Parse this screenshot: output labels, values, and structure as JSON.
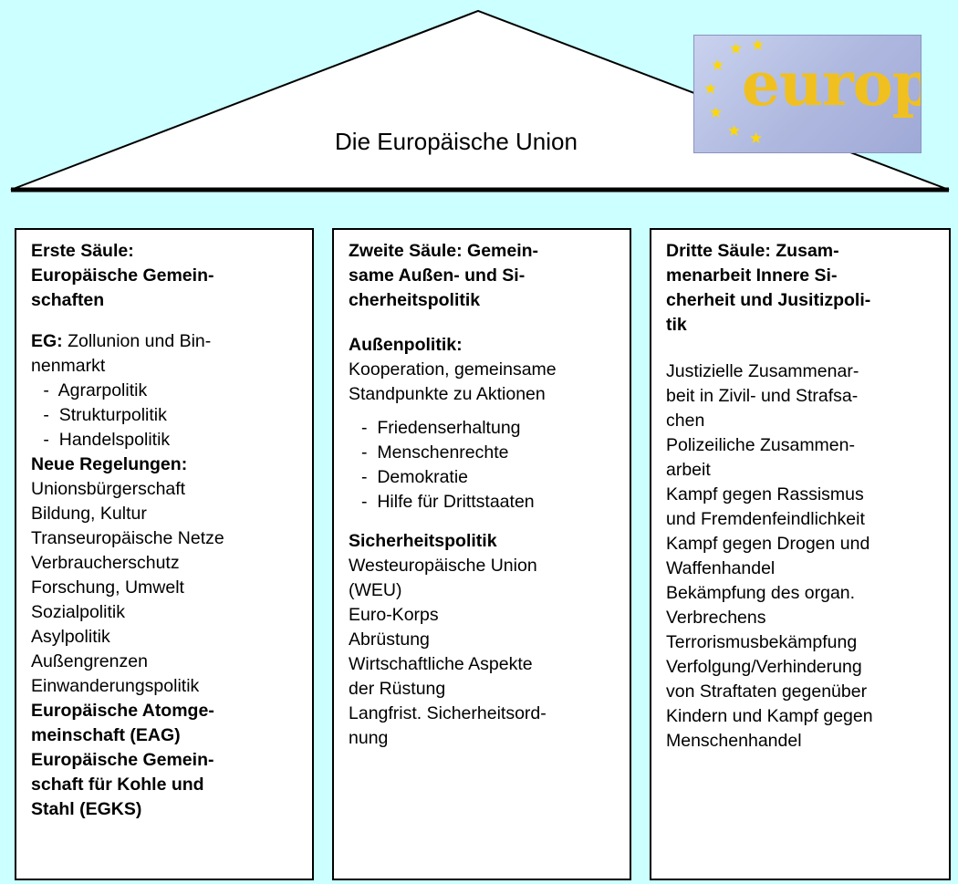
{
  "roof": {
    "title": "Die Europäische Union"
  },
  "logo": {
    "word": "europa",
    "colors": {
      "bg": "#aeb8df",
      "word": "#f0c020",
      "stars": "#ffd700"
    }
  },
  "pillars": [
    {
      "heading": "Erste Säule:\nEuropäische Gemein-\nschaften",
      "eg_label": "EG:",
      "eg_text": " Zollunion und Bin-\nnenmarkt",
      "eg_items": [
        " -  Agrarpolitik",
        " -  Strukturpolitik",
        " -  Handelspolitik"
      ],
      "neue_label": "Neue Regelungen:",
      "neue_items": [
        "Unionsbürgerschaft",
        "Bildung, Kultur",
        "Transeuropäische Netze",
        "Verbraucherschutz",
        "Forschung, Umwelt",
        "Sozialpolitik",
        "Asylpolitik",
        "Außengrenzen",
        "Einwanderungspolitik"
      ],
      "eag": "Europäische Atomge-\nmeinschaft (EAG)",
      "egks": "Europäische Gemein-\nschaft für Kohle und\nStahl (EGKS)"
    },
    {
      "heading": "Zweite Säule: Gemein-\nsame Außen- und Si-\ncherheitspolitik",
      "aussen_label": "Außenpolitik:",
      "aussen_text": "Kooperation, gemeinsame\nStandpunkte zu Aktionen",
      "aussen_items": [
        "-  Friedenserhaltung",
        "-  Menschenrechte",
        "-  Demokratie",
        "-  Hilfe für Drittstaaten"
      ],
      "sicher_label": "Sicherheitspolitik",
      "sicher_items": [
        "Westeuropäische Union\n(WEU)",
        "Euro-Korps",
        "Abrüstung",
        "Wirtschaftliche Aspekte\nder Rüstung",
        "Langfrist. Sicherheitsord-\nnung"
      ]
    },
    {
      "heading": "Dritte Säule: Zusam-\nmenarbeit Innere Si-\ncherheit und Jusitizpoli-\ntik",
      "items": [
        "Justizielle Zusammenar-\nbeit in Zivil- und Strafsa-\nchen",
        "Polizeiliche Zusammen-\narbeit",
        "Kampf gegen Rassismus\nund Fremdenfeindlichkeit",
        "Kampf gegen Drogen und\nWaffenhandel",
        "Bekämpfung des organ.\nVerbrechens",
        "Terrorismusbekämpfung",
        "Verfolgung/Verhinderung\nvon Straftaten gegenüber\nKindern und Kampf gegen\nMenschenhandel"
      ]
    }
  ]
}
